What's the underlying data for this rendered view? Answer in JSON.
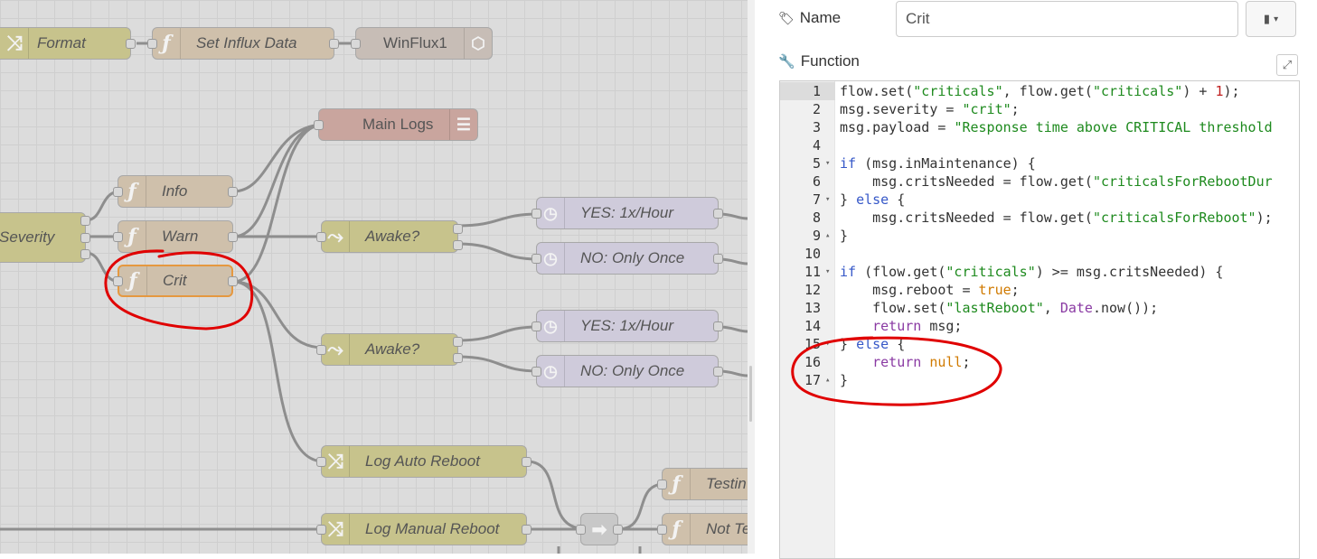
{
  "canvas": {
    "nodes": {
      "format": "Format",
      "set_influx": "Set Influx Data",
      "winflux": "WinFlux1",
      "main_logs": "Main Logs",
      "info": "Info",
      "severity": "Severity",
      "warn": "Warn",
      "crit": "Crit",
      "awake1": "Awake?",
      "awake2": "Awake?",
      "yes1": "YES: 1x/Hour",
      "no1": "NO: Only Once",
      "yes2": "YES: 1x/Hour",
      "no2": "NO: Only Once",
      "log_auto": "Log Auto Reboot",
      "log_manual": "Log Manual Reboot",
      "testing": "Testin",
      "not_te": "Not Te"
    }
  },
  "panel": {
    "name_label": "Name",
    "name_value": "Crit",
    "function_label": "Function",
    "icons": {
      "name": "tag-icon",
      "function": "wrench-icon",
      "library": "book-icon",
      "expand": "expand-icon"
    }
  },
  "code": {
    "lines": [
      {
        "n": "1",
        "fold": "",
        "text": "flow.set(\"criticals\", flow.get(\"criticals\") + 1);"
      },
      {
        "n": "2",
        "fold": "",
        "text": "msg.severity = \"crit\";"
      },
      {
        "n": "3",
        "fold": "",
        "text": "msg.payload = \"Response time above CRITICAL threshold"
      },
      {
        "n": "4",
        "fold": "",
        "text": ""
      },
      {
        "n": "5",
        "fold": "▾",
        "text": "if (msg.inMaintenance) {"
      },
      {
        "n": "6",
        "fold": "",
        "text": "    msg.critsNeeded = flow.get(\"criticalsForRebootDur"
      },
      {
        "n": "7",
        "fold": "▾",
        "text": "} else {"
      },
      {
        "n": "8",
        "fold": "",
        "text": "    msg.critsNeeded = flow.get(\"criticalsForReboot\");"
      },
      {
        "n": "9",
        "fold": "▴",
        "text": "}"
      },
      {
        "n": "10",
        "fold": "",
        "text": ""
      },
      {
        "n": "11",
        "fold": "▾",
        "text": "if (flow.get(\"criticals\") >= msg.critsNeeded) {"
      },
      {
        "n": "12",
        "fold": "",
        "text": "    msg.reboot = true;"
      },
      {
        "n": "13",
        "fold": "",
        "text": "    flow.set(\"lastReboot\", Date.now());"
      },
      {
        "n": "14",
        "fold": "",
        "text": "    return msg;"
      },
      {
        "n": "15",
        "fold": "▾",
        "text": "} else {"
      },
      {
        "n": "16",
        "fold": "",
        "text": "    return null;"
      },
      {
        "n": "17",
        "fold": "▴",
        "text": "}"
      }
    ]
  },
  "colors": {
    "annotation": "#e00000",
    "selected_node_border": "#e59840",
    "keyword": "#3658c8",
    "string": "#1e8a1e",
    "number": "#c02020",
    "literal": "#d07a00",
    "return_kw": "#8a3aa3"
  }
}
